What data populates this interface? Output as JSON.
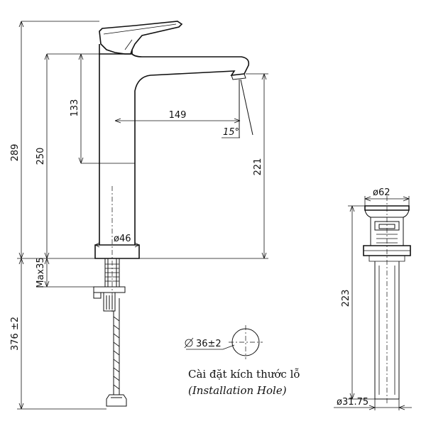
{
  "faucet": {
    "dim_289": "289",
    "dim_250": "250",
    "dim_133": "133",
    "dim_149": "149",
    "dim_221": "221",
    "dim_angle": "15°",
    "dim_d46": "ø46",
    "dim_max35": "Max35",
    "dim_376": "376 ±2"
  },
  "hole": {
    "dim_label": "36±2",
    "note_vi": "Cài đặt kích thước lỗ",
    "note_en": "(Installation Hole)"
  },
  "drain": {
    "dim_d62": "ø62",
    "dim_223": "223",
    "dim_d3175": "ø31.75"
  }
}
